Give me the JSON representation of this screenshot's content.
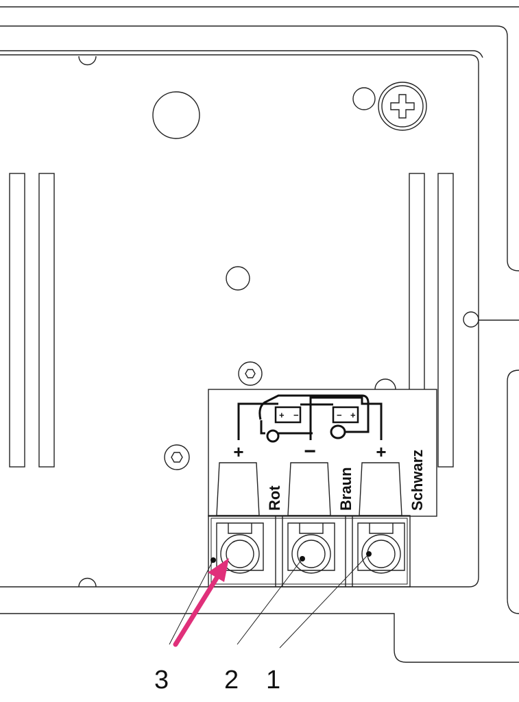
{
  "terminal_block": {
    "polarity": {
      "left": "+",
      "middle": "−",
      "right": "+"
    },
    "wire_labels": {
      "red": "Rot",
      "brown": "Braun",
      "black": "Schwarz"
    }
  },
  "callouts": {
    "c1": "1",
    "c2": "2",
    "c3": "3"
  },
  "colors": {
    "line": "#222222",
    "arrow": "#e0307a",
    "background": "#ffffff"
  },
  "icons": [
    "caravan-battery-icon",
    "hex-screw-icon",
    "phillips-screw-icon"
  ]
}
